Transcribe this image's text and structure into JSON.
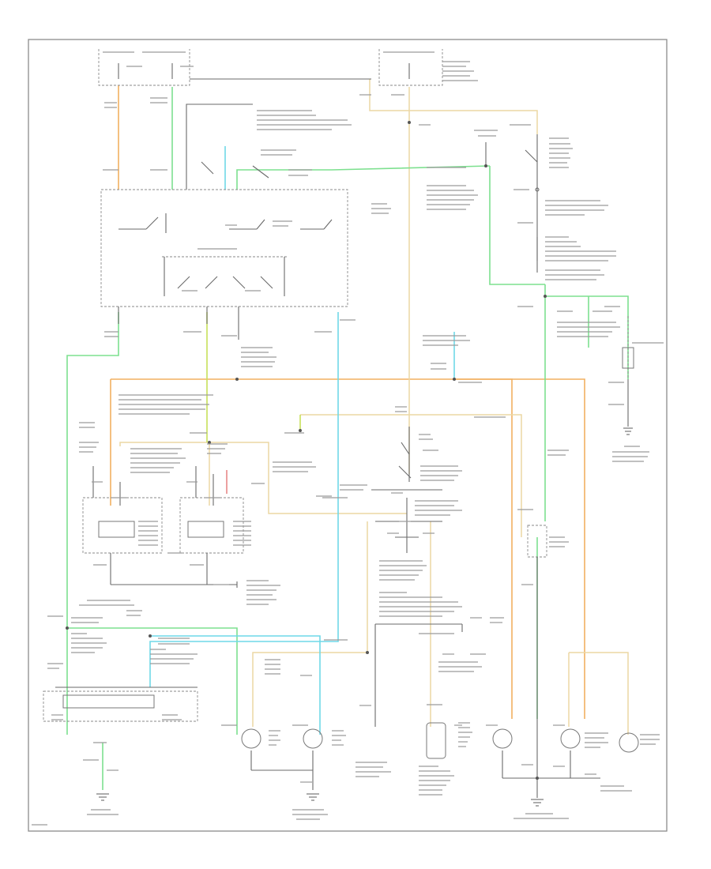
{
  "diagram": {
    "footer_code": "",
    "colors": {
      "border": "#8c8c8c",
      "wire_black": "#6a6a6a",
      "wire_orange": "#f2b060",
      "wire_green": "#7de08f",
      "wire_cyan": "#6fd9e8",
      "wire_tan": "#ecd7a4",
      "wire_yellow_green": "#c8e05a",
      "wire_red": "#e06060"
    },
    "components": [
      {
        "id": "fuse-panel-left"
      },
      {
        "id": "fuse-panel-right"
      },
      {
        "id": "multifunction-switch"
      },
      {
        "id": "hazard-flasher"
      },
      {
        "id": "brake-pedal-position-switch"
      },
      {
        "id": "turn-signal-flasher"
      },
      {
        "id": "left-front-turn-lamp"
      },
      {
        "id": "right-front-turn-lamp"
      },
      {
        "id": "instrument-cluster"
      },
      {
        "id": "left-rear-stop-turn-lamp"
      },
      {
        "id": "right-rear-stop-turn-lamp"
      },
      {
        "id": "high-mount-stop-lamp"
      },
      {
        "id": "trailer-connector"
      },
      {
        "id": "ground-point-left"
      },
      {
        "id": "ground-point-center"
      },
      {
        "id": "ground-point-right"
      }
    ]
  }
}
